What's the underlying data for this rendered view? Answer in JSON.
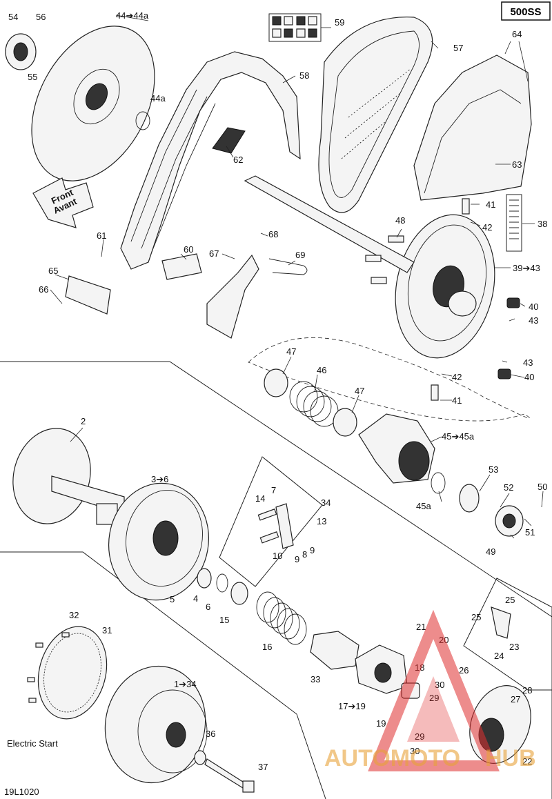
{
  "model_badge": "500SS",
  "figure_code": "19L1020",
  "electric_start_label": "Electric Start",
  "front_arrow": [
    "Front",
    "Avant"
  ],
  "watermark": {
    "left": "AUTOMOTO",
    "right": "HUB",
    "color": "#e8a33a",
    "logo_color": "#e03030"
  },
  "callouts": [
    "54",
    "56",
    "55",
    "44➔44a",
    "44a",
    "59",
    "57",
    "64",
    "58",
    "62",
    "63",
    "41",
    "42",
    "48",
    "38",
    "39➔43",
    "40",
    "43",
    "61",
    "60",
    "68",
    "67",
    "69",
    "65",
    "66",
    "47",
    "46",
    "43",
    "42",
    "40",
    "41",
    "47",
    "2",
    "45➔45a",
    "53",
    "52",
    "50",
    "45a",
    "51",
    "49",
    "3➔6",
    "7",
    "14",
    "34",
    "13",
    "10",
    "9",
    "8",
    "9",
    "5",
    "4",
    "6",
    "15",
    "16",
    "33",
    "32",
    "31",
    "21",
    "20",
    "25",
    "25",
    "24",
    "23",
    "18",
    "26",
    "28",
    "30",
    "29",
    "27",
    "17➔19",
    "19",
    "1➔34",
    "36",
    "29",
    "30",
    "22",
    "37"
  ]
}
